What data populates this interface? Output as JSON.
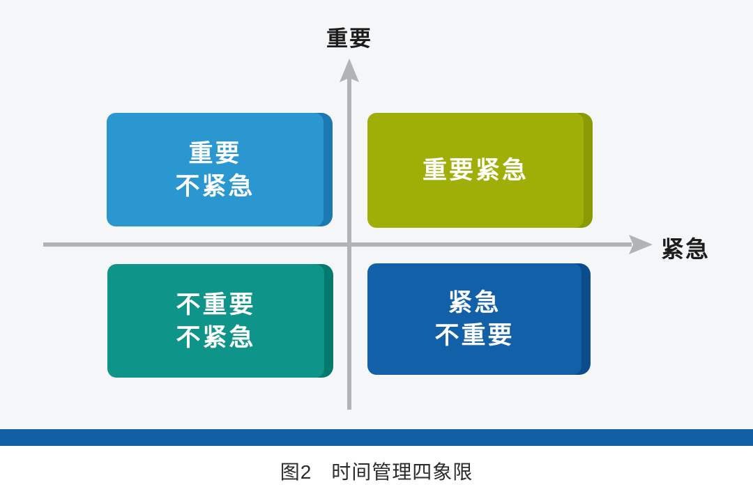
{
  "figure": {
    "caption_prefix": "图2",
    "caption_title": "时间管理四象限"
  },
  "axes": {
    "y_label": "重要",
    "x_label": "紧急",
    "line_color": "#b2b3b5"
  },
  "quadrants": [
    {
      "position": "top-left",
      "lines": [
        "重要",
        "不紧急"
      ],
      "color": "#2a97d0",
      "edge_color": "#1a79b0"
    },
    {
      "position": "top-right",
      "lines": [
        "重要紧急"
      ],
      "color": "#a0ae08",
      "edge_color": "#8a9a02"
    },
    {
      "position": "bottom-left",
      "lines": [
        "不重要",
        "不紧急"
      ],
      "color": "#0e9488",
      "edge_color": "#047a6f"
    },
    {
      "position": "bottom-right",
      "lines": [
        "紧急",
        "不重要"
      ],
      "color": "#1261a8",
      "edge_color": "#0d4c8c"
    }
  ],
  "divider": {
    "color": "#1160a6"
  },
  "background": {
    "stage_color": "#f5f6f8",
    "page_color": "#ffffff"
  }
}
